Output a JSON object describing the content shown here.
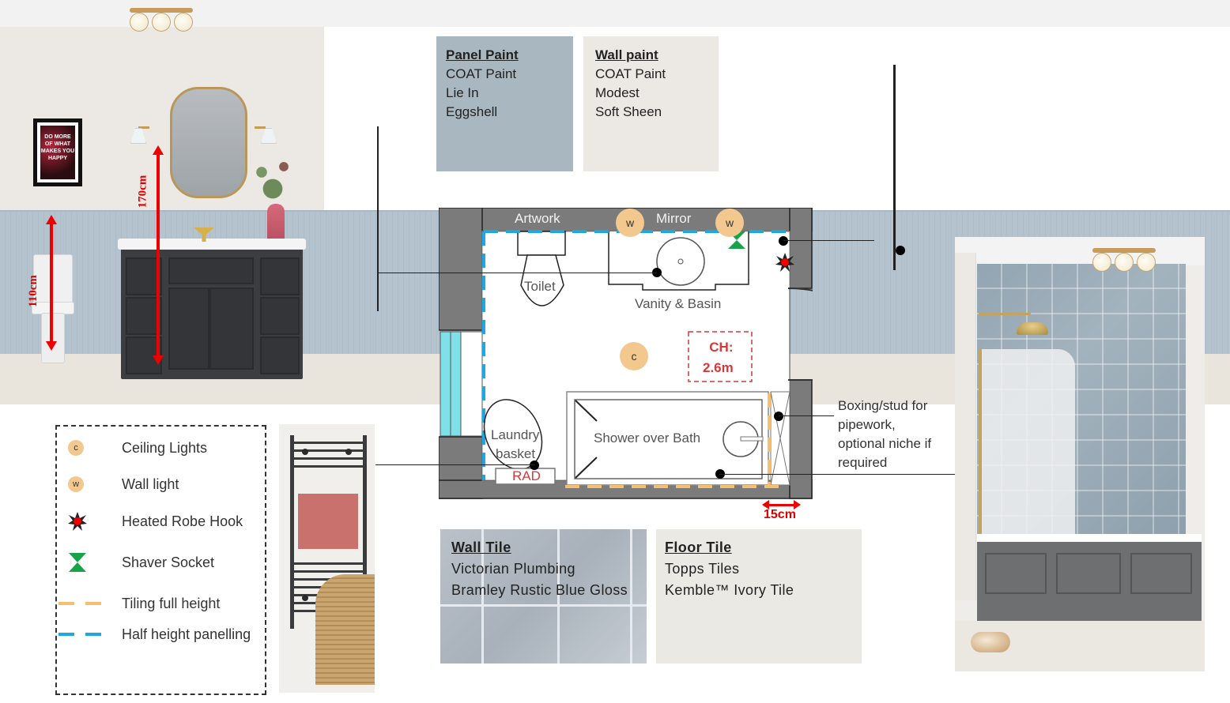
{
  "swatches": {
    "panel_paint": {
      "title": "Panel Paint",
      "lines": [
        "COAT Paint",
        "Lie In",
        "Eggshell"
      ],
      "color": "#a9b7c0"
    },
    "wall_paint": {
      "title": "Wall paint",
      "lines": [
        "COAT Paint",
        "Modest",
        "Soft Sheen"
      ],
      "color": "#ece8e3"
    },
    "wall_tile": {
      "title": "Wall Tile",
      "lines": [
        "Victorian Plumbing",
        "Bramley Rustic Blue Gloss"
      ]
    },
    "floor_tile": {
      "title": "Floor Tile",
      "lines": [
        "Topps Tiles",
        "Kemble™ Ivory Tile"
      ]
    }
  },
  "elevation_left": {
    "artwork_text": "DO MORE OF WHAT MAKES YOU HAPPY",
    "dim_panelling": "110cm",
    "dim_mirror": "170cm"
  },
  "floor_plan": {
    "labels": {
      "artwork": "Artwork",
      "mirror": "Mirror",
      "toilet": "Toilet",
      "vanity": "Vanity & Basin",
      "laundry": "Laundry basket",
      "laundry_line1": "Laundry",
      "laundry_line2": "basket",
      "rad": "RAD",
      "shower": "Shower over Bath",
      "ceiling_height_line1": "CH:",
      "ceiling_height_line2": "2.6m",
      "boxing_dim": "15cm"
    },
    "markers": {
      "wall_light": "w",
      "ceiling_light": "c"
    },
    "annotation": [
      "Boxing/stud for",
      "pipework,",
      "optional niche if",
      "required"
    ]
  },
  "legend": {
    "items": [
      {
        "symbol": "ceiling-light",
        "label": "Ceiling Lights",
        "marker": "c"
      },
      {
        "symbol": "wall-light",
        "label": "Wall light",
        "marker": "w"
      },
      {
        "symbol": "heated-robe-hook",
        "label": "Heated Robe Hook"
      },
      {
        "symbol": "shaver-socket",
        "label": "Shaver Socket"
      },
      {
        "symbol": "tiling-line",
        "label": "Tiling full height"
      },
      {
        "symbol": "panelling-line",
        "label": "Half height panelling"
      }
    ]
  },
  "colors": {
    "tiling": "#f5bf6f",
    "panelling": "#1ea7e1",
    "wall": "#7b7b7b",
    "dimension_red": "#e00000",
    "light_marker": "#f2c88e",
    "shaver_socket": "#16a34a"
  }
}
